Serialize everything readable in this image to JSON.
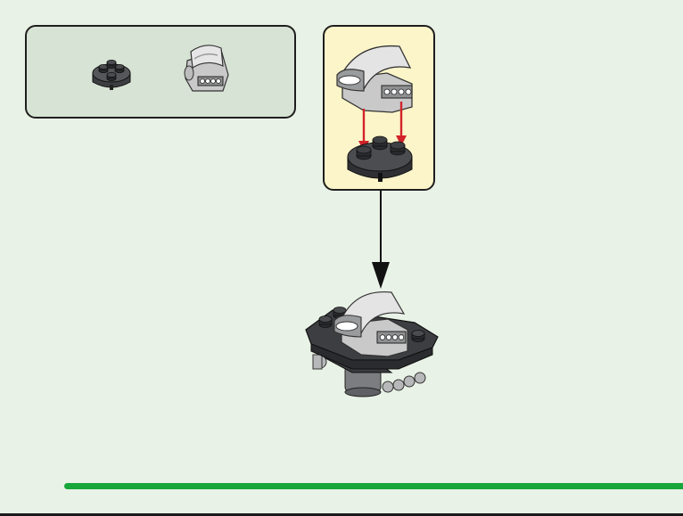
{
  "colors": {
    "background": "#e9f2e6",
    "parts_panel": "#d7e3d4",
    "substep_panel": "#fcf5c9",
    "dark_bluish_gray": "#4a4b4e",
    "light_bluish_gray": "#cfcfd0",
    "black": "#222222",
    "insert_arrow": "#d2232a",
    "step_bar": "#17a63a"
  },
  "parts_list": [
    {
      "icon": "round-plate-2x2-icon",
      "color": "dark_bluish_gray",
      "quantity": 1
    },
    {
      "icon": "engine-intake-icon",
      "color": "light_bluish_gray",
      "quantity": 1
    }
  ],
  "substep": {
    "icons": [
      "engine-intake-icon",
      "round-plate-2x2-icon"
    ],
    "insert_arrows": 2
  },
  "result": {
    "icon": "rocket-engine-assembly-icon"
  }
}
